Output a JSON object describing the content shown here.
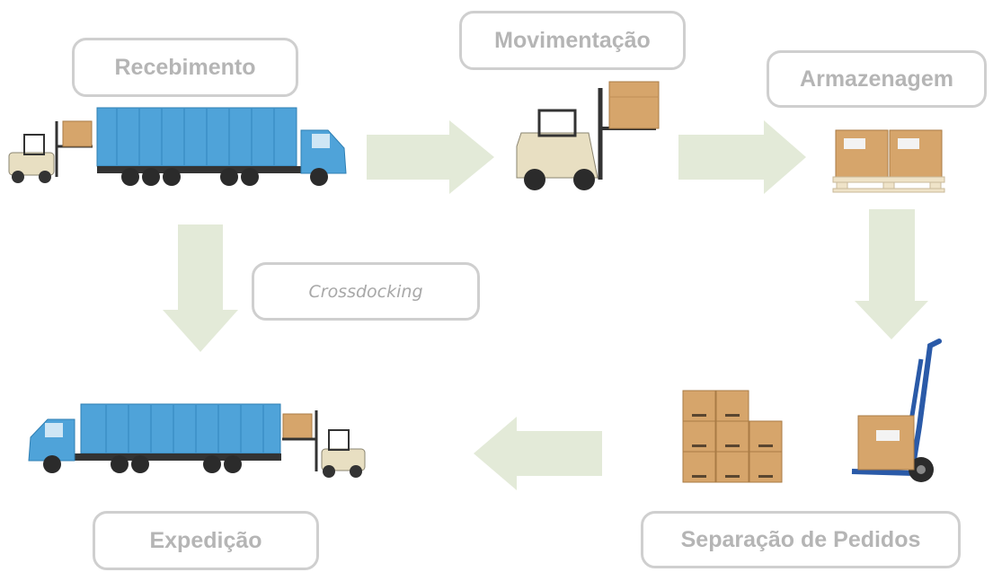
{
  "stages": {
    "recebimento": "Recebimento",
    "movimentacao": "Movimentação",
    "armazenagem": "Armazenagem",
    "crossdocking": "Crossdocking",
    "expedicao": "Expedição",
    "separacao": "Separação de Pedidos"
  },
  "colors": {
    "arrow": "#e3ead8",
    "box_border": "#cfcfcf",
    "box_text": "#b5b5b5",
    "truck_blue": "#4fa3d9",
    "cardboard": "#d6a56b",
    "forklift": "#e8dfc2"
  },
  "icons": [
    "truck",
    "forklift",
    "cardboard-box",
    "pallet",
    "hand-truck",
    "arrow"
  ]
}
